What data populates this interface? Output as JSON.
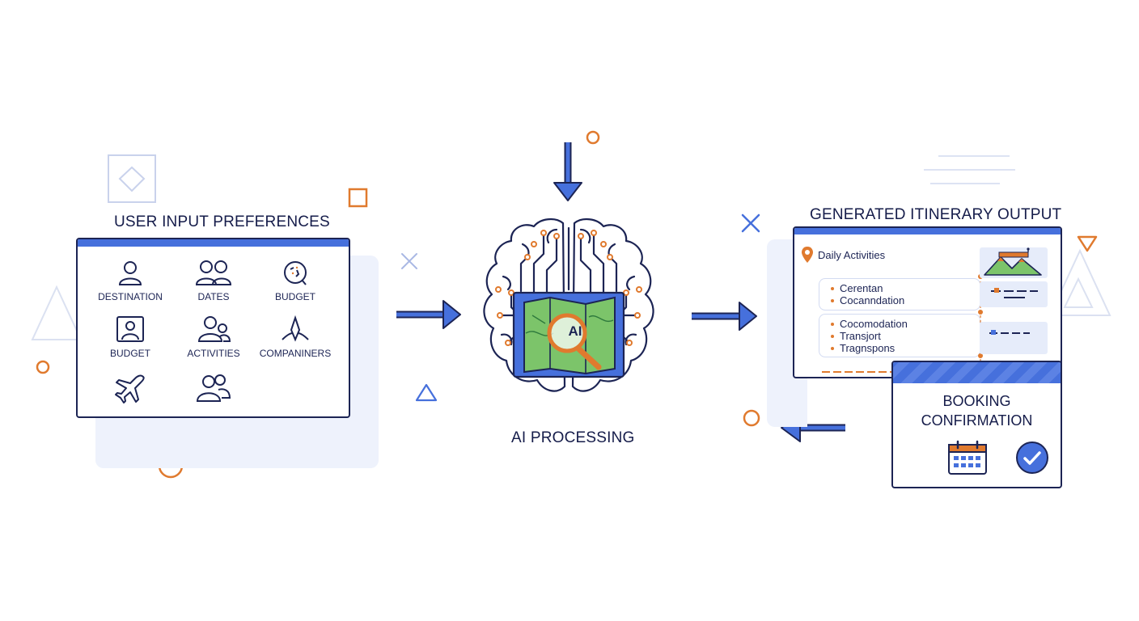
{
  "input_panel": {
    "title": "USER INPUT PREFERENCES",
    "items": [
      {
        "label": "DESTINATION",
        "icon": "user-icon"
      },
      {
        "label": "DATES",
        "icon": "people-icon"
      },
      {
        "label": "BUDGET",
        "icon": "money-bag-icon"
      },
      {
        "label": "BUDGET",
        "icon": "portrait-icon"
      },
      {
        "label": "ACTIVITIES",
        "icon": "group-icon"
      },
      {
        "label": "COMPANINERS",
        "icon": "compass-icon"
      },
      {
        "label": "",
        "icon": "airplane-icon"
      },
      {
        "label": "",
        "icon": "companions-icon"
      }
    ]
  },
  "ai_processing": {
    "label": "AI PROCESSING",
    "badge": "AI"
  },
  "output_panel": {
    "title": "GENERATED ITINERARY OUTPUT",
    "section_title": "Daily Activities",
    "group1": [
      "Cerentan",
      "Cocanndation"
    ],
    "group2": [
      "Cocomodation",
      "Transjort",
      "Tragnspons"
    ]
  },
  "booking": {
    "line1": "BOOKING",
    "line2": "CONFIRMATION"
  },
  "colors": {
    "accent_blue": "#4670dc",
    "navy": "#1c2454",
    "orange": "#e07a2e",
    "map_green": "#7cc46a"
  }
}
